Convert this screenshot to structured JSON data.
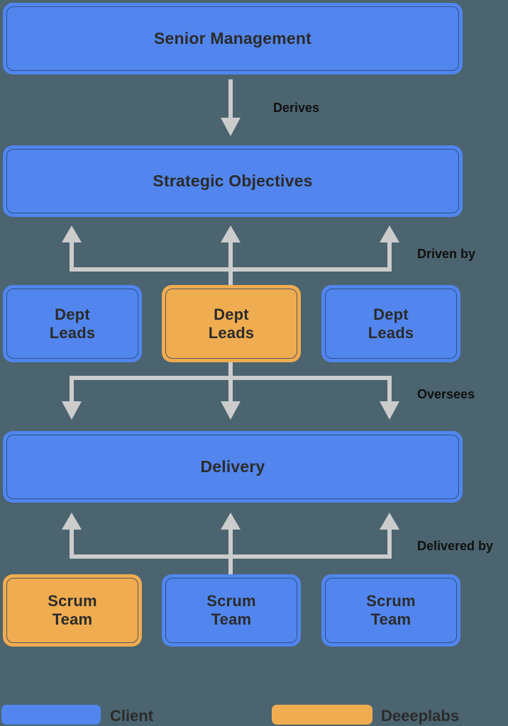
{
  "diagram": {
    "title_node": {
      "label": "Senior Management"
    },
    "nodes": [
      {
        "id": "senior-management",
        "label": "Senior Management",
        "color": "blue",
        "org": "Client"
      },
      {
        "id": "strategic-objectives",
        "label": "Strategic Objectives",
        "color": "blue",
        "org": "Client"
      },
      {
        "id": "dept-leads-1",
        "label": "Dept\nLeads",
        "line1": "Dept",
        "line2": "Leads",
        "color": "blue",
        "org": "Client"
      },
      {
        "id": "dept-leads-2",
        "label": "Dept\nLeads",
        "line1": "Dept",
        "line2": "Leads",
        "color": "orange",
        "org": "Deeeplabs"
      },
      {
        "id": "dept-leads-3",
        "label": "Dept\nLeads",
        "line1": "Dept",
        "line2": "Leads",
        "color": "blue",
        "org": "Client"
      },
      {
        "id": "delivery",
        "label": "Delivery",
        "color": "blue",
        "org": "Client"
      },
      {
        "id": "scrum-team-1",
        "label": "Scrum\nTeam",
        "line1": "Scrum",
        "line2": "Team",
        "color": "orange",
        "org": "Deeeplabs"
      },
      {
        "id": "scrum-team-2",
        "label": "Scrum\nTeam",
        "line1": "Scrum",
        "line2": "Team",
        "color": "blue",
        "org": "Client"
      },
      {
        "id": "scrum-team-3",
        "label": "Scrum\nTeam",
        "line1": "Scrum",
        "line2": "Team",
        "color": "blue",
        "org": "Client"
      }
    ],
    "edges": [
      {
        "id": "derives",
        "label": "Derives",
        "from": "senior-management",
        "to": "strategic-objectives",
        "direction": "down"
      },
      {
        "id": "driven-by",
        "label": "Driven by",
        "from": "dept-leads",
        "to": "strategic-objectives",
        "direction": "up"
      },
      {
        "id": "oversees",
        "label": "Oversees",
        "from": "dept-leads",
        "to": "delivery",
        "direction": "down"
      },
      {
        "id": "delivered-by",
        "label": "Delivered by",
        "from": "scrum-teams",
        "to": "delivery",
        "direction": "up"
      }
    ],
    "legend": [
      {
        "id": "legend-client",
        "label": "Client",
        "color": "#5286ee"
      },
      {
        "id": "legend-deeeplabs",
        "label": "Deeeplabs",
        "color": "#f0ac50"
      }
    ],
    "colors": {
      "background": "#4b6470",
      "client_blue": "#5286ee",
      "deeeplabs_orange": "#f0ac50",
      "connector_grey": "#cccccc",
      "text_dark": "#2b2b2b"
    }
  }
}
